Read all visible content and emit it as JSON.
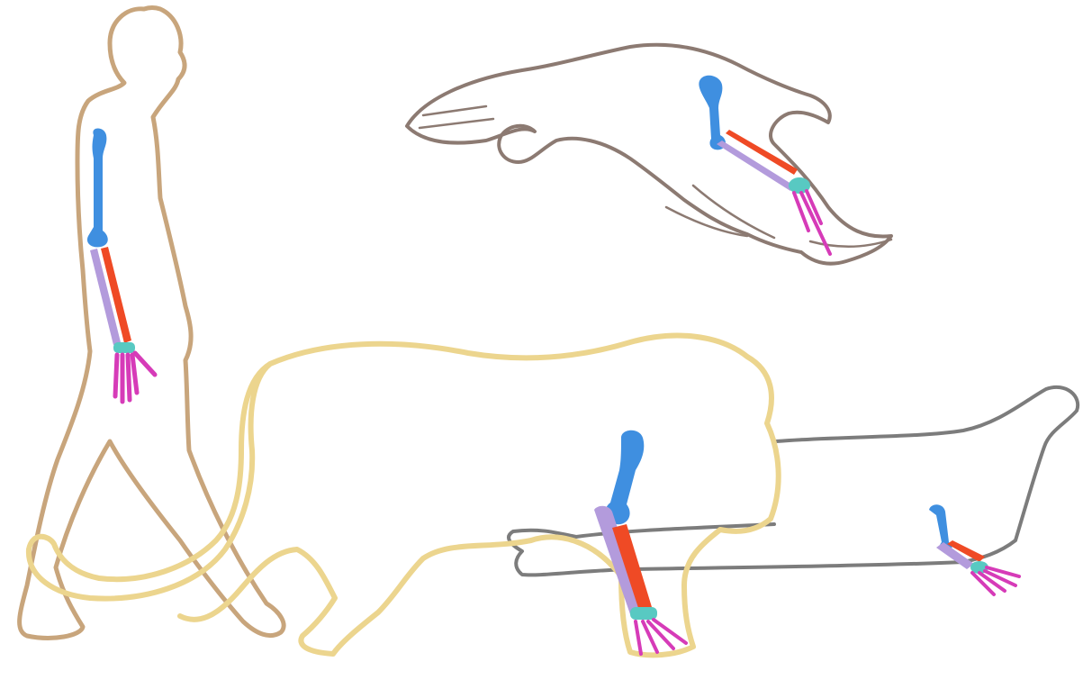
{
  "diagram": {
    "type": "comparative-anatomy-homologous-forelimbs",
    "figures": [
      {
        "id": "human",
        "outline_color": "#c8a57c"
      },
      {
        "id": "bird",
        "outline_color": "#8c7a72"
      },
      {
        "id": "lion",
        "outline_color": "#ecd58e"
      },
      {
        "id": "seal",
        "outline_color": "#7c7c7c"
      }
    ],
    "bone_colors": {
      "humerus": "#3f8fe0",
      "radius": "#ef4a25",
      "ulna": "#b39bdc",
      "carpals": "#58c9c2",
      "metacarpals_phalanges": "#d63bb8"
    }
  }
}
